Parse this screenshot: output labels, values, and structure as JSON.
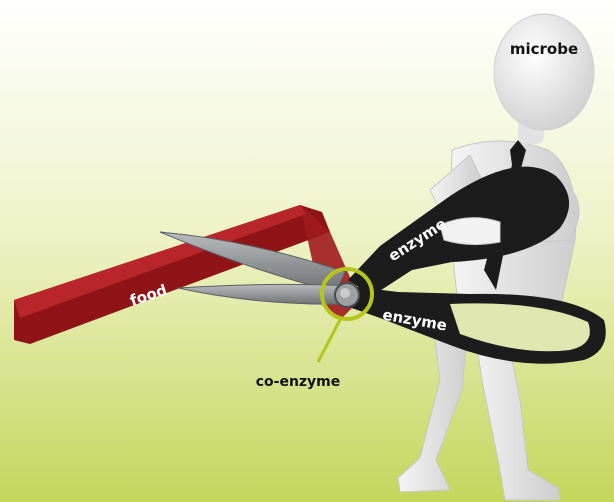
{
  "labels": {
    "microbe": "microbe",
    "food": "food",
    "enzyme_upper": "enzyme",
    "enzyme_lower": "enzyme",
    "coenzyme": "co-enzyme"
  },
  "colors": {
    "background_top": "#ffffff",
    "background_bottom": "#c4d65c",
    "ribbon": "#a0191e",
    "handle": "#1c1c1c",
    "blade": "#8a8d90",
    "highlight": "#b5c51b",
    "figure": "#ececec"
  }
}
